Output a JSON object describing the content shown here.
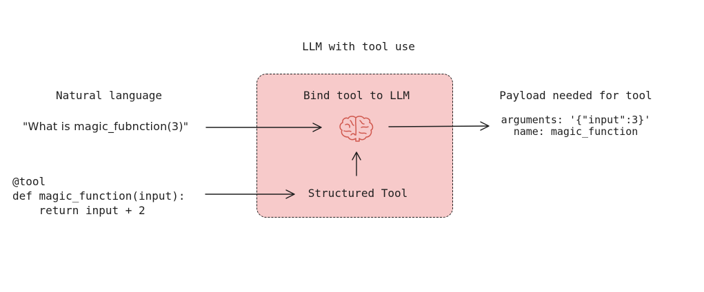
{
  "title": "LLM with tool use",
  "natural_language": {
    "header": "Natural language",
    "query": "\"What is magic_fubnction(3)\""
  },
  "code": {
    "lines": [
      "@tool",
      "def magic_function(input):",
      "    return input + 2"
    ]
  },
  "center_box": {
    "header": "Bind tool to LLM",
    "brain_icon": "brain-icon",
    "structured_tool": "Structured Tool",
    "fill_color": "#f7caca"
  },
  "payload": {
    "header": "Payload needed for tool",
    "arguments": "arguments: '{\"input\":3}'",
    "name": "name: magic_function"
  }
}
